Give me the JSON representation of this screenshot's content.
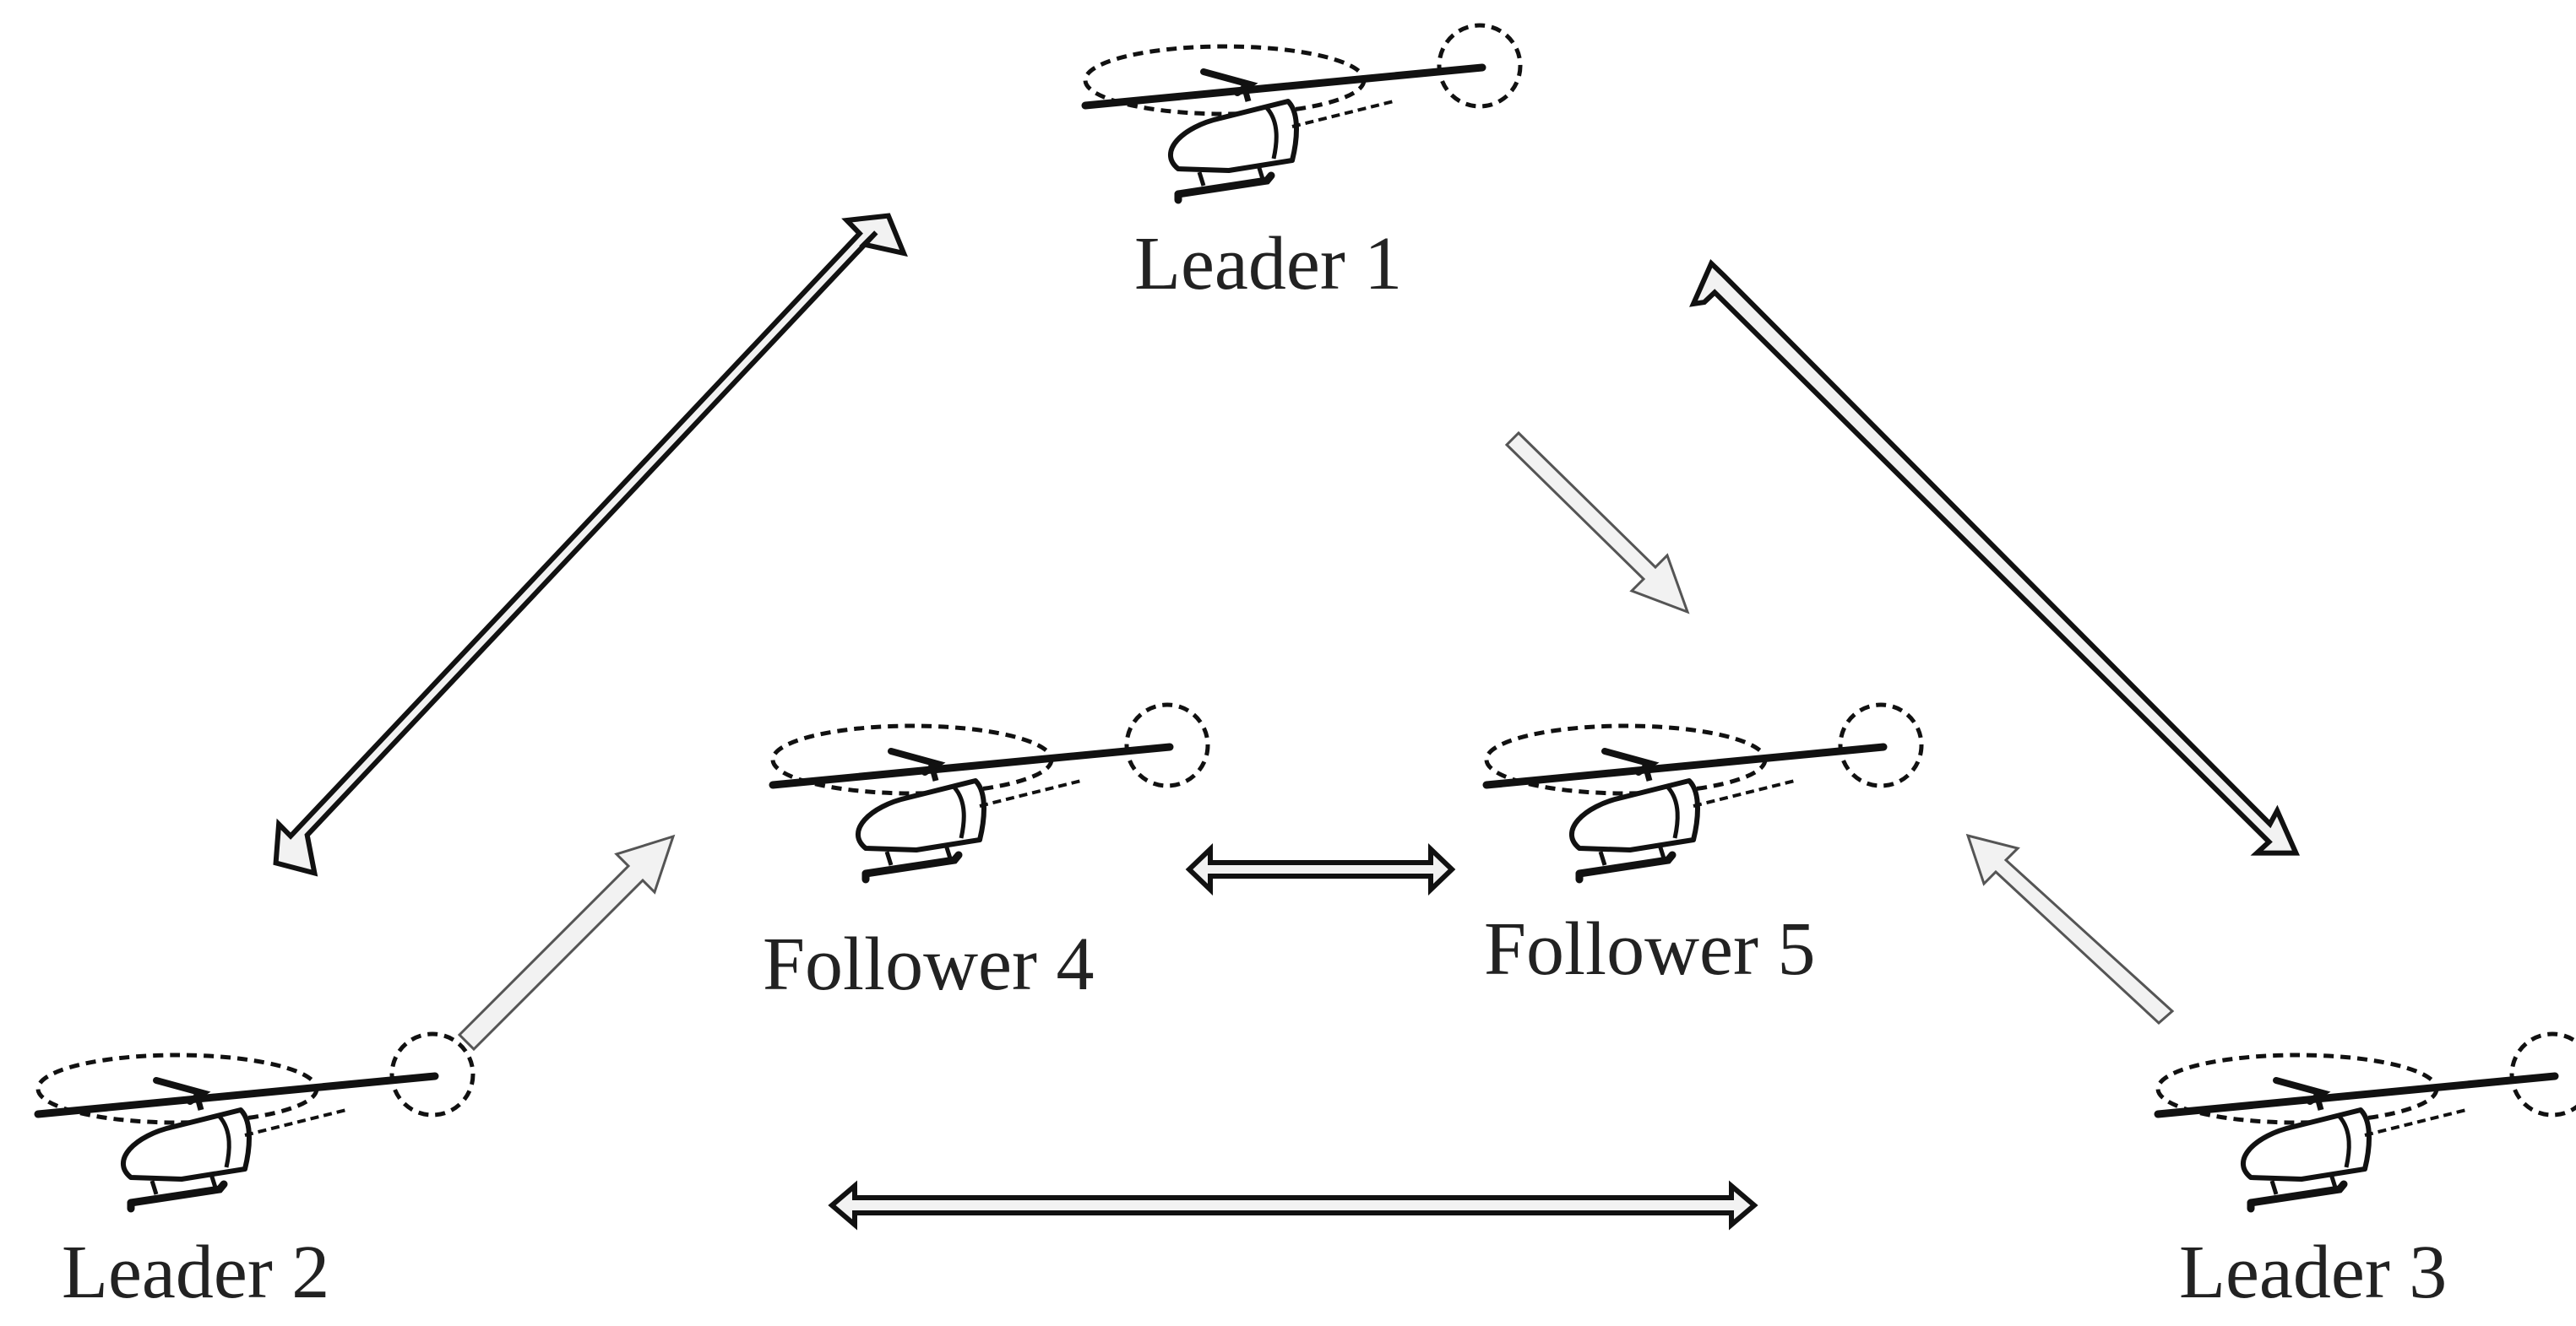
{
  "nodes": [
    {
      "id": "leader-1",
      "label": "Leader 1",
      "role": "leader"
    },
    {
      "id": "leader-2",
      "label": "Leader 2",
      "role": "leader"
    },
    {
      "id": "leader-3",
      "label": "Leader 3",
      "role": "leader"
    },
    {
      "id": "follower-4",
      "label": "Follower 4",
      "role": "follower"
    },
    {
      "id": "follower-5",
      "label": "Follower 5",
      "role": "follower"
    }
  ],
  "edges": [
    {
      "from": "leader-1",
      "to": "leader-2",
      "direction": "bidirectional"
    },
    {
      "from": "leader-1",
      "to": "leader-3",
      "direction": "bidirectional"
    },
    {
      "from": "leader-2",
      "to": "leader-3",
      "direction": "bidirectional"
    },
    {
      "from": "follower-4",
      "to": "follower-5",
      "direction": "bidirectional"
    },
    {
      "from": "leader-1",
      "to": "follower-5",
      "direction": "one-way"
    },
    {
      "from": "leader-2",
      "to": "follower-4",
      "direction": "one-way"
    },
    {
      "from": "leader-3",
      "to": "follower-5",
      "direction": "one-way"
    }
  ],
  "icons": {
    "node_icon": "helicopter-icon"
  },
  "colors": {
    "stroke": "#111111",
    "arrow_fill": "#f2f2f2",
    "background": "#ffffff",
    "text": "#222222"
  }
}
